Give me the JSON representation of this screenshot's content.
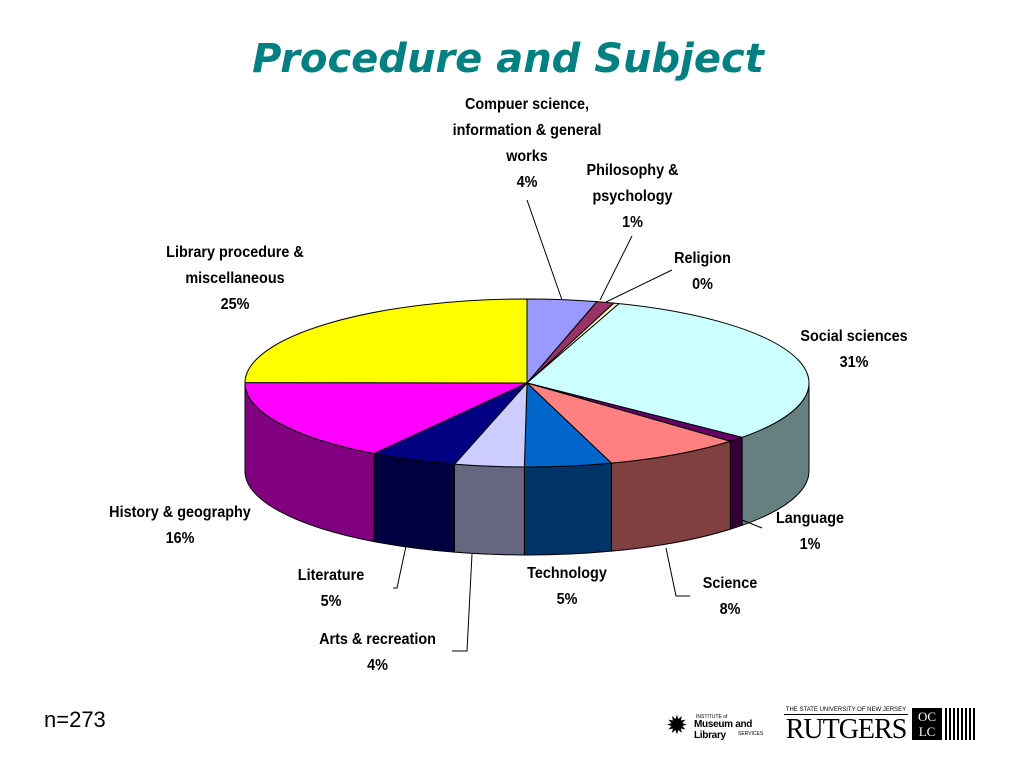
{
  "slide": {
    "title": "Procedure and Subject",
    "footnote": "n=273"
  },
  "chart_data": {
    "type": "pie",
    "title": "Procedure and Subject",
    "n_label": "n=273",
    "slices": [
      {
        "name_lines": [
          "Compuer science,",
          "information & general",
          "works"
        ],
        "pct_label": "4%",
        "value": 4,
        "color": "#9999FF"
      },
      {
        "name_lines": [
          "Philosophy &",
          "psychology"
        ],
        "pct_label": "1%",
        "value": 1,
        "color": "#993366"
      },
      {
        "name_lines": [
          "Religion"
        ],
        "pct_label": "0%",
        "value": 0.3,
        "color": "#FFFFCC"
      },
      {
        "name_lines": [
          "Social sciences"
        ],
        "pct_label": "31%",
        "value": 31,
        "color": "#CCFFFF"
      },
      {
        "name_lines": [
          "Language"
        ],
        "pct_label": "1%",
        "value": 1,
        "color": "#660066"
      },
      {
        "name_lines": [
          "Science"
        ],
        "pct_label": "8%",
        "value": 8,
        "color": "#FF8080"
      },
      {
        "name_lines": [
          "Technology"
        ],
        "pct_label": "5%",
        "value": 5,
        "color": "#0066CC"
      },
      {
        "name_lines": [
          "Arts & recreation"
        ],
        "pct_label": "4%",
        "value": 4,
        "color": "#CCCCFF"
      },
      {
        "name_lines": [
          "Literature"
        ],
        "pct_label": "5%",
        "value": 5,
        "color": "#000080"
      },
      {
        "name_lines": [
          "History & geography"
        ],
        "pct_label": "16%",
        "value": 16,
        "color": "#FF00FF"
      },
      {
        "name_lines": [
          "Library procedure &",
          "miscellaneous"
        ],
        "pct_label": "25%",
        "value": 25,
        "color": "#FFFF00"
      }
    ],
    "start_angle_deg": 0,
    "direction": "clockwise",
    "style": "3d-tilted"
  },
  "logos": {
    "imls": {
      "line1": "INSTITUTE of",
      "line2": "Museum and Library",
      "line3": "SERVICES"
    },
    "rutgers": {
      "top": "THE STATE UNIVERSITY OF NEW JERSEY",
      "word": "RUTGERS"
    },
    "oclc": {
      "line1": "OC",
      "line2": "LC"
    }
  }
}
